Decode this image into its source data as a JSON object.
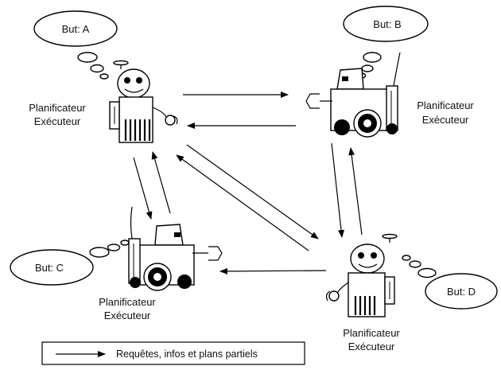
{
  "agents": [
    {
      "goal": "But: A",
      "role1": "Planificateur",
      "role2": "Exécuteur"
    },
    {
      "goal": "But: B",
      "role1": "Planificateur",
      "role2": "Exécuteur"
    },
    {
      "goal": "But: C",
      "role1": "Planificateur",
      "role2": "Exécuteur"
    },
    {
      "goal": "But: D",
      "role1": "Planificateur",
      "role2": "Exécuteur"
    }
  ],
  "legend": {
    "text": "Requêtes, infos et plans partiels"
  }
}
